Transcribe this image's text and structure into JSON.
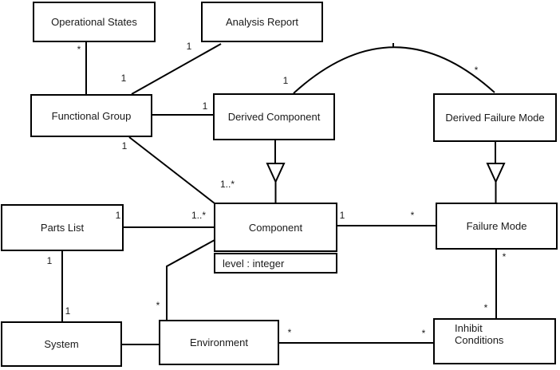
{
  "diagram": {
    "type": "uml-class-diagram",
    "background": "#ffffff",
    "line_color": "#000000",
    "classes": [
      {
        "id": "operational-states",
        "name": "Operational States"
      },
      {
        "id": "analysis-report",
        "name": "Analysis Report"
      },
      {
        "id": "functional-group",
        "name": "Functional Group"
      },
      {
        "id": "derived-component",
        "name": "Derived Component"
      },
      {
        "id": "derived-failure-mode",
        "name": "Derived Failure Mode"
      },
      {
        "id": "parts-list",
        "name": "Parts List"
      },
      {
        "id": "component",
        "name": "Component",
        "attributes": [
          "level : integer"
        ]
      },
      {
        "id": "failure-mode",
        "name": "Failure Mode"
      },
      {
        "id": "system",
        "name": "System"
      },
      {
        "id": "environment",
        "name": "Environment"
      },
      {
        "id": "inhibit-conditions",
        "name": "Inhibit Conditions"
      }
    ],
    "associations": [
      {
        "from": "Operational States",
        "to": "Functional Group",
        "from_mult": "*"
      },
      {
        "from": "Analysis Report",
        "to": "Functional Group",
        "from_mult": "1",
        "to_mult": "1"
      },
      {
        "from": "Functional Group",
        "to": "Derived Component",
        "to_mult": "1"
      },
      {
        "from": "Functional Group",
        "to": "Component",
        "from_mult": "1",
        "to_mult": "1..*"
      },
      {
        "from": "Derived Component",
        "to": "Derived Failure Mode",
        "from_mult": "1",
        "to_mult": "*"
      },
      {
        "from": "Parts List",
        "to": "Component",
        "from_mult": "1",
        "to_mult": "1..*"
      },
      {
        "from": "Parts List",
        "to": "System",
        "from_mult": "1",
        "to_mult": "1"
      },
      {
        "from": "Component",
        "to": "Failure Mode",
        "from_mult": "1",
        "to_mult": "*"
      },
      {
        "from": "Component",
        "to": "Environment",
        "to_mult": "*"
      },
      {
        "from": "System",
        "to": "Environment"
      },
      {
        "from": "Environment",
        "to": "Inhibit Conditions",
        "from_mult": "*",
        "to_mult": "*"
      },
      {
        "from": "Failure Mode",
        "to": "Inhibit Conditions",
        "from_mult": "*",
        "to_mult": "*"
      }
    ],
    "generalizations": [
      {
        "child": "Derived Component",
        "parent": "Component"
      },
      {
        "child": "Derived Failure Mode",
        "parent": "Failure Mode"
      }
    ]
  }
}
